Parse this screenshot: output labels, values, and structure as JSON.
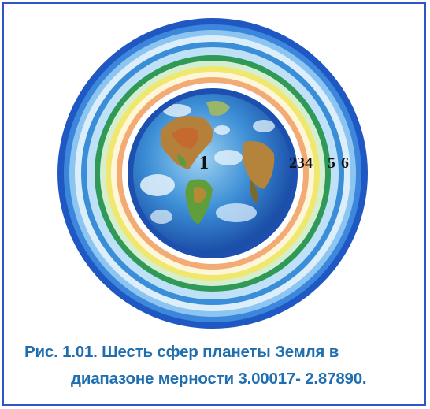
{
  "diagram": {
    "labels": {
      "sphere_1": "1",
      "spheres_2_4": "234",
      "sphere_5": "5",
      "sphere_6": "6"
    },
    "ring_colors": [
      "#2a6fd3",
      "#3f8be0",
      "#7cc0f0",
      "#2e9a5a",
      "#e8e56a",
      "#f3b27a",
      "#ffffff",
      "#1d4fae"
    ]
  },
  "caption": {
    "line1": "Рис. 1.01. Шесть сфер планеты Земля в",
    "line2": "диапазоне мерности 3.00017- 2.87890."
  }
}
